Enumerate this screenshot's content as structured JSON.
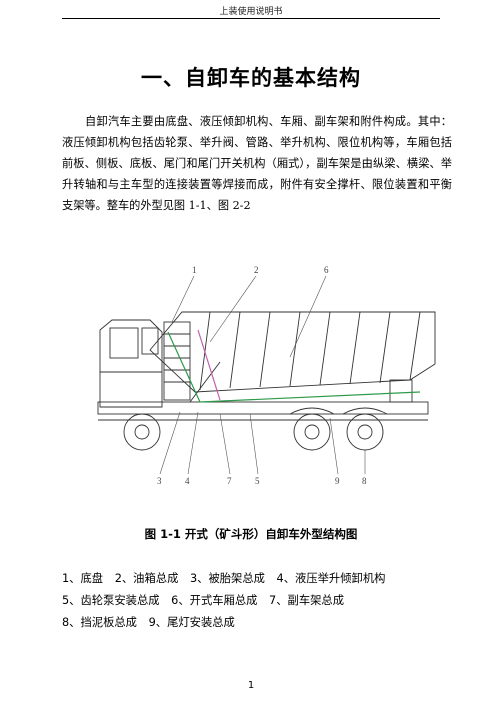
{
  "header": {
    "text": "上装使用说明书"
  },
  "title": "一、自卸车的基本结构",
  "paragraph": "自卸汽车主要由底盘、液压倾卸机构、车厢、副车架和附件构成。其中：液压倾卸机构包括齿轮泵、举升阀、管路、举升机构、限位机构等，车厢包括前板、侧板、底板、尾门和尾门开关机构（厢式），副车架是由纵梁、横梁、举升转轴和与主车型的连接装置等焊接而成，附件有安全撑杆、限位装置和平衡支架等。整车的外型见图 1-1、图 2-2",
  "figure": {
    "callouts_top": [
      "1",
      "2",
      "6"
    ],
    "callouts_bottom": [
      "3",
      "4",
      "7",
      "5",
      "9",
      "8"
    ]
  },
  "caption": "图 1-1 开式（矿斗形）自卸车外型结构图",
  "legend": {
    "rows": [
      [
        "1、底盘",
        "2、油箱总成",
        "3、被胎架总成",
        "4、液压举升倾卸机构"
      ],
      [
        "5、齿轮泵安装总成",
        "6、开式车厢总成",
        "7、副车架总成"
      ],
      [
        "8、挡泥板总成",
        "9、尾灯安装总成"
      ]
    ]
  },
  "page_number": "1"
}
